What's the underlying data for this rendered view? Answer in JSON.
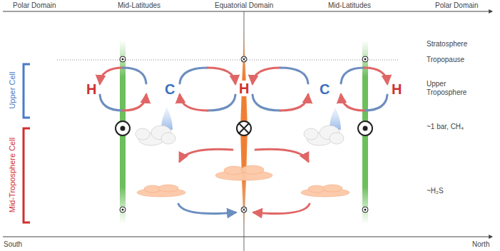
{
  "diagram": {
    "labels": [
      "Polar Domain",
      "Mid-Latitudes",
      "Equatorial Domain",
      "Mid-Latitudes",
      "Polar Domain",
      "Stratosphere",
      "Tropopause",
      "Upper Cell",
      "H",
      "C",
      "H",
      "C",
      "H",
      "Upper Troposphere",
      "~1 bar, CH₄",
      "Mid-Troposphere Cell",
      "~H₂S",
      "South",
      "North"
    ]
  }
}
